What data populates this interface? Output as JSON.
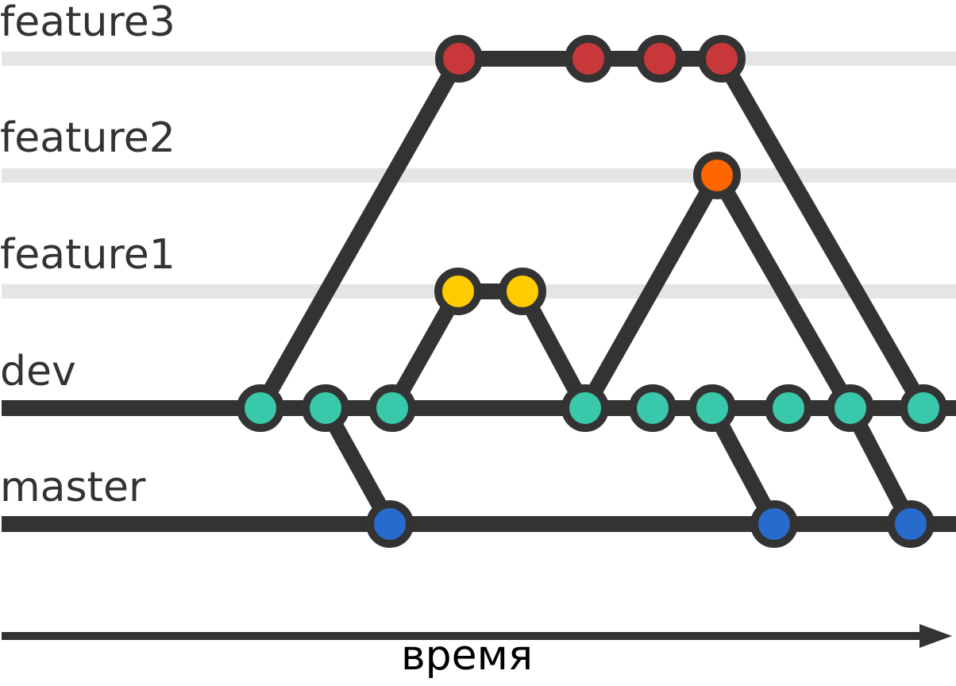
{
  "branches": [
    {
      "name": "feature3",
      "label": "feature3",
      "track": true
    },
    {
      "name": "feature2",
      "label": "feature2",
      "track": true
    },
    {
      "name": "feature1",
      "label": "feature1",
      "track": true
    },
    {
      "name": "dev",
      "label": "dev",
      "track": false
    },
    {
      "name": "master",
      "label": "master",
      "track": false
    }
  ],
  "colors": {
    "line": "#333333",
    "track": "#e5e5e5",
    "dev": "#39c8aa",
    "master": "#276bcc",
    "feature1": "#ffcc00",
    "feature2": "#ff6600",
    "feature3": "#c8383a"
  },
  "axis": {
    "label": "время"
  },
  "commits": {
    "dev": [
      1,
      2,
      3,
      6,
      7,
      8,
      9,
      10,
      11
    ],
    "master": [
      3,
      9,
      11
    ],
    "feature1": [
      4,
      5
    ],
    "feature2": [
      8
    ],
    "feature3": [
      4,
      6,
      7,
      8
    ]
  }
}
